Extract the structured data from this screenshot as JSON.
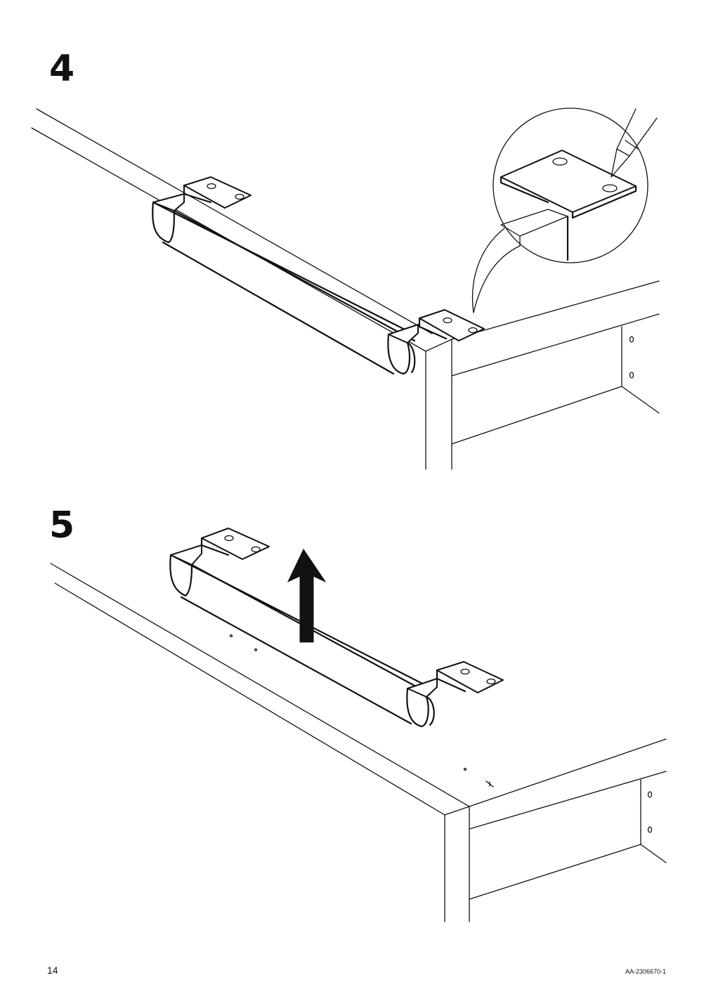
{
  "steps": [
    {
      "number": "4",
      "description_icons": [
        "hanging-rail-icon",
        "pencil-icon",
        "zoom-callout-icon"
      ]
    },
    {
      "number": "5",
      "description_icons": [
        "hanging-rail-icon",
        "up-arrow-icon"
      ]
    }
  ],
  "footer": {
    "page_number": "14",
    "doc_code": "AA-2306670-1"
  },
  "colors": {
    "ink": "#111111",
    "paper": "#ffffff"
  }
}
